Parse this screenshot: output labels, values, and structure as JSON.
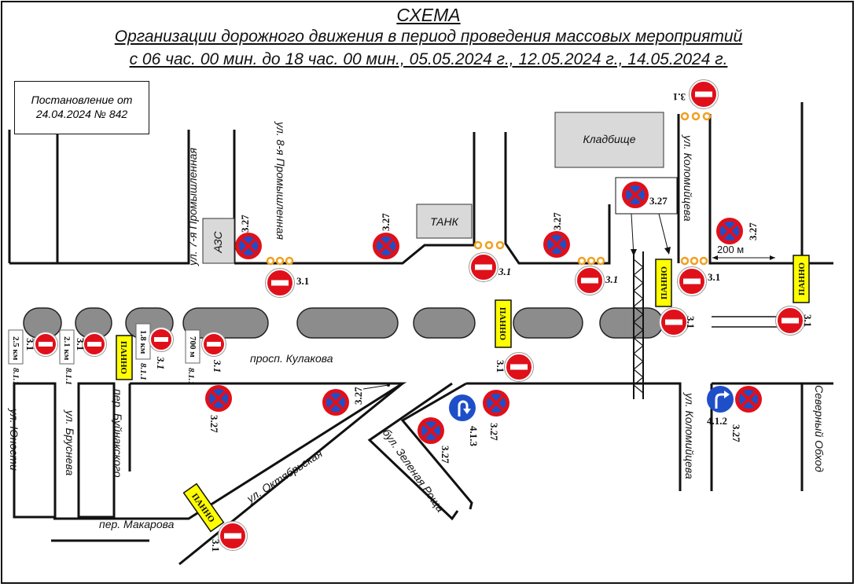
{
  "title": {
    "line1": "СХЕМА",
    "line2": "Организации дорожного движения в период проведения массовых мероприятий",
    "line3": "с 06 час. 00 мин. до 18 час. 00 мин., 05.05.2024 г., 12.05.2024 г., 14.05.2024 г."
  },
  "decree": {
    "line1": "Постановление от",
    "line2": "24.04.2024 № 842"
  },
  "buildings": {
    "azs": "АЗС",
    "tank": "ТАНК",
    "cemetery": "Кладбище"
  },
  "streets": {
    "prom7": "ул. 7-я Промышленная",
    "prom8": "ул. 8-я Промышленная",
    "kolomiytseva_top": "ул. Коломийцева",
    "kolomiytseva_bottom": "ул. Коломийцева",
    "kulakova": "просп. Кулакова",
    "yunosti": "ул. Юности",
    "bruneeva": "ул. Бруснева",
    "buynakskogo": "пер. Буйнакского",
    "oktyabrskaya": "ул. Октябрьская",
    "makarova": "пер. Макарова",
    "zelenaya_roshcha": "бул. Зеленая Роща",
    "severny_obkhod": "Северный Обход"
  },
  "sign_codes": {
    "no_entry": "3.1",
    "no_stopping": "3.27",
    "turn": "4.1.3",
    "right_turn": "4.1.2",
    "distance_plate": "8.1.1"
  },
  "distances": {
    "d1": "2.5 км",
    "d2": "2.1 км",
    "d3": "1.8 км",
    "d4": "700 м",
    "span": "200 м"
  },
  "panel_label": "ПАННО",
  "colors": {
    "sign_red": "#e0101a",
    "sign_blue": "#1f4fc8",
    "panel_yellow": "#ffff00",
    "marker_orange": "#f0a020",
    "divider_gray": "#8c8c8c",
    "building_gray": "#d9d9d9"
  }
}
